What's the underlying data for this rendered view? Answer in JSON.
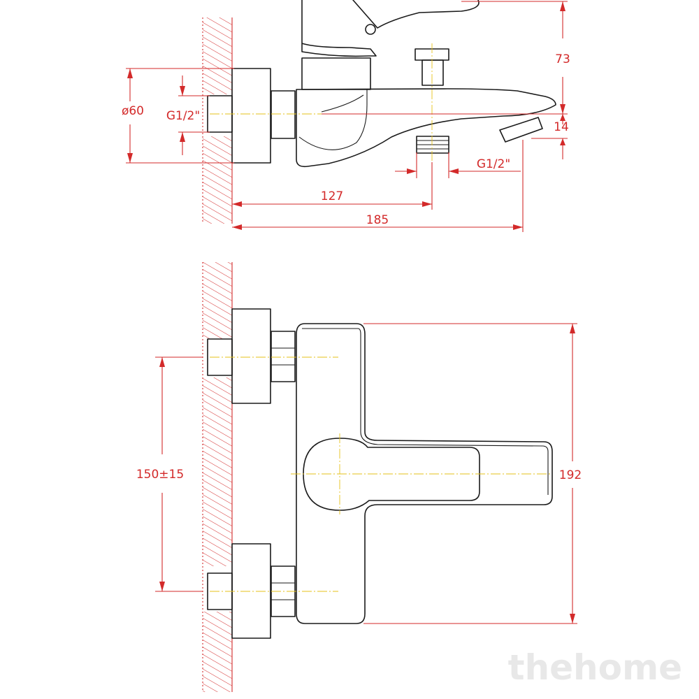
{
  "top_view": {
    "dim_height_73": "73",
    "dim_diameter": "ø60",
    "dim_inlet_thread": "G1/2\"",
    "dim_spout_offset": "14",
    "dim_outlet_thread": "G1/2\"",
    "dim_outlet_distance": "127",
    "dim_total_depth": "185"
  },
  "front_view": {
    "dim_centers": "150±15",
    "dim_width": "192"
  },
  "watermark": "thehome",
  "colors": {
    "outline": "#1a1a1a",
    "dimension": "#d32a2a",
    "centerline": "#e6c21a"
  }
}
